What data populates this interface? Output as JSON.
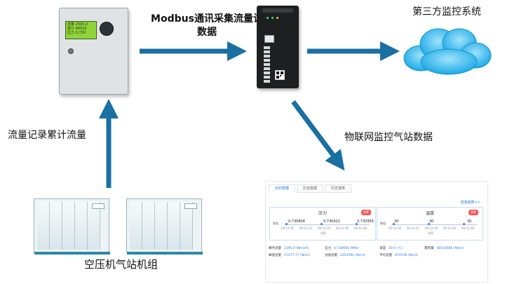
{
  "labels": {
    "modbus": "Modbus通讯采集流量计数据",
    "third_party": "第三方监控系统",
    "flow_record": "流量记录累计流量",
    "iot": "物联网监控气站数据",
    "compressor": "空压机气站机组"
  },
  "colors": {
    "arrow": "#1a6fa3",
    "cloud": "#2fb6ec"
  },
  "dashboard": {
    "tabs": [
      "实时数据",
      "历史数据",
      "历史报表"
    ],
    "more_link": "查看趋势>>",
    "cards": [
      {
        "title": "压力",
        "badge": "报警",
        "y_label": "数值",
        "values": [
          "0.730804",
          "0.730421",
          "0.730956"
        ],
        "ticks": [
          "00:12:30",
          "00:12:32",
          "00:12:34",
          "00:12:36",
          "00:12:38"
        ],
        "x_label": "时间"
      },
      {
        "title": "温度",
        "badge": "报警",
        "y_label": "数值",
        "values": [
          "30",
          "30",
          "30"
        ],
        "ticks": [
          "00:12:30",
          "00:12:32",
          "00:12:34",
          "00:12:36",
          "00:12:38"
        ],
        "x_label": "时间"
      }
    ],
    "stats": [
      {
        "key": "瞬时流量",
        "value": "2395.0 (Nm3/h)"
      },
      {
        "key": "压力",
        "value": "0.730956 (MPa)"
      },
      {
        "key": "温度",
        "value": "30.0 (℃)"
      },
      {
        "key": "累积量",
        "value": "48516666 (Nm3)"
      },
      {
        "key": "峰值流量",
        "value": "17277.77 (Nm3)"
      },
      {
        "key": "谷值流量",
        "value": "2353592 (Nm3)"
      },
      {
        "key": "平均流量",
        "value": "872536 (Nm3)"
      }
    ]
  },
  "meter": {
    "lcd_lines": [
      "流量 2395.0",
      "累计 48516",
      "压力 0.730"
    ]
  }
}
